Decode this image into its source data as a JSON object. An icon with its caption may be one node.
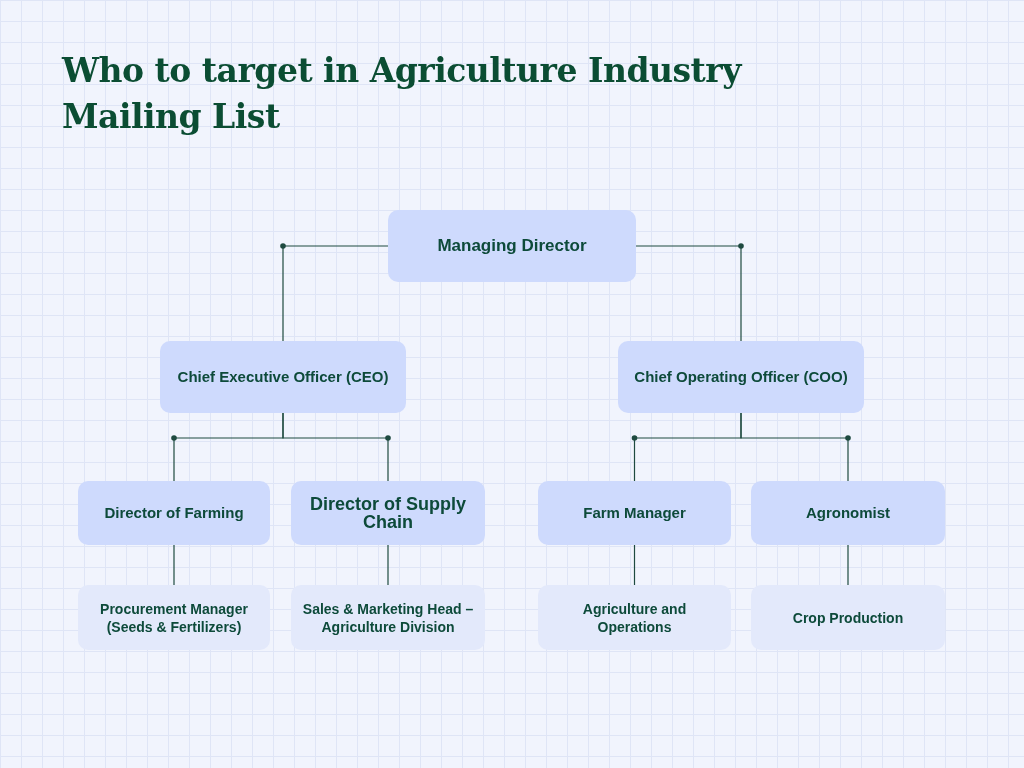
{
  "diagram": {
    "title": "Who to target in Agriculture Industry Mailing List",
    "nodes": [
      {
        "text": [
          "Managing Director"
        ]
      },
      {
        "text": [
          "Chief Executive Officer (CEO)"
        ]
      },
      {
        "text": [
          "Chief Operating Officer (COO)"
        ]
      },
      {
        "text": [
          "Director of Farming"
        ]
      },
      {
        "text": [
          "Director of Supply Chain"
        ]
      },
      {
        "text": [
          "Farm Manager"
        ]
      },
      {
        "text": [
          "Agronomist"
        ]
      },
      {
        "text": [
          "Procurement Manager (Seeds & Fertilizers)"
        ]
      },
      {
        "text": [
          "Sales & Marketing Head – Agriculture Division"
        ]
      },
      {
        "text": [
          "Agriculture and Operations"
        ]
      },
      {
        "text": [
          "Crop Production"
        ]
      }
    ],
    "edges": [
      {
        "from": 0,
        "to": 1,
        "arrow": "none"
      },
      {
        "from": 0,
        "to": 2,
        "arrow": "none"
      },
      {
        "from": 1,
        "to": 3,
        "arrow": "none"
      },
      {
        "from": 1,
        "to": 4,
        "arrow": "none"
      },
      {
        "from": 2,
        "to": 5,
        "arrow": "none"
      },
      {
        "from": 2,
        "to": 6,
        "arrow": "none"
      },
      {
        "from": 3,
        "to": 7,
        "arrow": "none"
      },
      {
        "from": 4,
        "to": 8,
        "arrow": "none"
      },
      {
        "from": 5,
        "to": 9,
        "arrow": "none"
      },
      {
        "from": 6,
        "to": 10,
        "arrow": "none"
      }
    ]
  }
}
